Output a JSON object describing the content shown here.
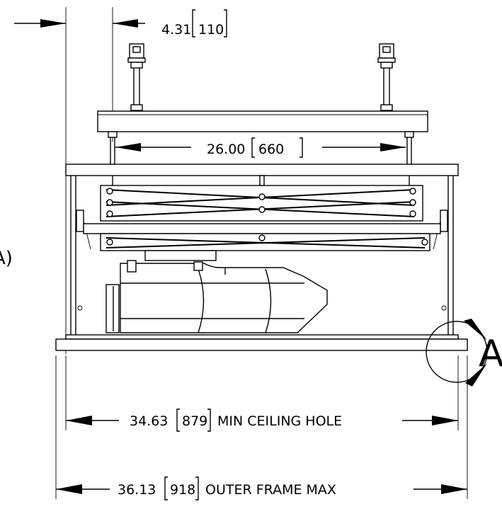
{
  "dimensions": {
    "top_offset": {
      "value": "4.31",
      "metric": "110"
    },
    "mount_spacing": {
      "value": "26.00",
      "metric": "660"
    },
    "ceiling_hole": {
      "value": "34.63",
      "metric": "879",
      "label": "MIN CEILING HOLE"
    },
    "outer_frame": {
      "value": "36.13",
      "metric": "918",
      "label": "OUTER FRAME MAX"
    }
  },
  "detail_callout": {
    "letter": "A"
  },
  "cropped_fragment": {
    "text": "A)"
  }
}
